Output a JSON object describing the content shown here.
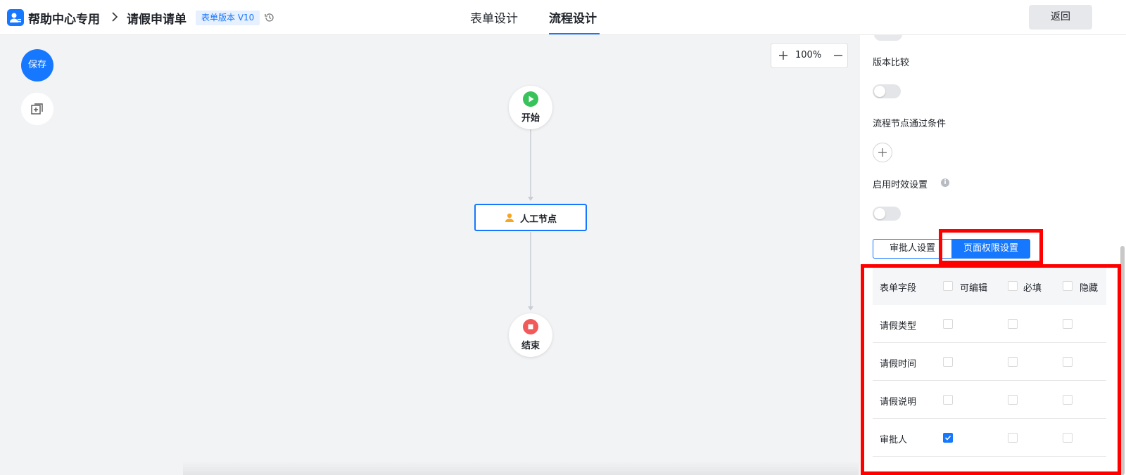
{
  "header": {
    "app_name": "帮助中心专用",
    "form_name": "请假申请单",
    "version_badge": "表单版本 V10",
    "tabs": [
      {
        "label": "表单设计",
        "active": false
      },
      {
        "label": "流程设计",
        "active": true
      }
    ],
    "back_label": "返回"
  },
  "canvas": {
    "save_label": "保存",
    "zoom_level": "100%",
    "nodes": {
      "start": "开始",
      "manual": "人工节点",
      "end": "结束"
    }
  },
  "panel": {
    "version_compare_label": "版本比较",
    "version_compare_enabled": false,
    "pass_condition_label": "流程节点通过条件",
    "timeliness_label": "启用时效设置",
    "timeliness_enabled": false,
    "segments": [
      {
        "label": "审批人设置",
        "active": false
      },
      {
        "label": "页面权限设置",
        "active": true
      }
    ],
    "table": {
      "headers": [
        "表单字段",
        "可编辑",
        "必填",
        "隐藏"
      ],
      "rows": [
        {
          "field": "请假类型",
          "editable": false,
          "required": false,
          "hidden": false
        },
        {
          "field": "请假时间",
          "editable": false,
          "required": false,
          "hidden": false
        },
        {
          "field": "请假说明",
          "editable": false,
          "required": false,
          "hidden": false
        },
        {
          "field": "审批人",
          "editable": true,
          "required": false,
          "hidden": false
        }
      ]
    }
  },
  "colors": {
    "accent": "#1677ff",
    "start_node": "#37c25a",
    "end_node": "#f25a5a",
    "annotation": "#ff0000"
  }
}
